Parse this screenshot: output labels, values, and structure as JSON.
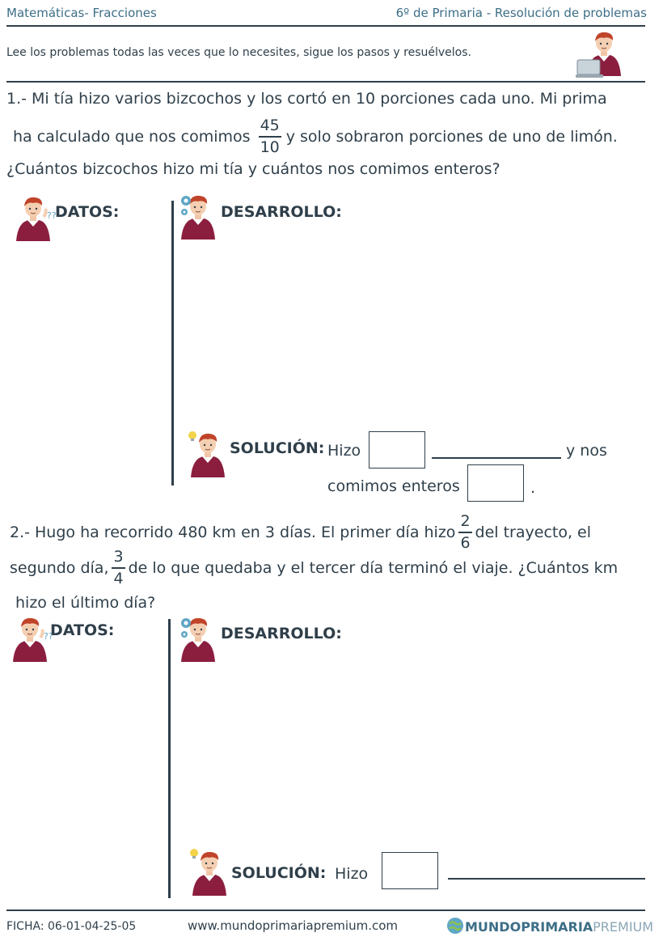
{
  "header": {
    "left": "Matemáticas- Fracciones",
    "right": "6º de Primaria - Resolución de problemas"
  },
  "instructions": "Lee los problemas todas las veces que lo necesites, sigue los pasos y resuélvelos.",
  "problem1": {
    "line1": "1.- Mi tía hizo varios bizcochos y los cortó en 10 porciones cada uno. Mi prima",
    "line2_before": "ha calculado que nos comimos",
    "fraction": {
      "num": "45",
      "den": "10"
    },
    "line2_after": "y solo sobraron porciones de uno de limón.",
    "line3": "¿Cuántos bizcochos hizo mi tía y cuántos nos comimos enteros?"
  },
  "problem2": {
    "line1_before": "2.- Hugo ha recorrido 480 km en 3 días. El primer día hizo",
    "fraction1": {
      "num": "2",
      "den": "6"
    },
    "line1_after": "del trayecto, el",
    "line2_before": "segundo día,",
    "fraction2": {
      "num": "3",
      "den": "4"
    },
    "line2_after": "de lo que quedaba y el tercer día terminó el viaje. ¿Cuántos km",
    "line3": "hizo el último día?"
  },
  "labels": {
    "datos": "DATOS:",
    "desarrollo": "DESARROLLO:",
    "solucion": "SOLUCIÓN:",
    "hizo": "Hizo",
    "y_nos": "y nos",
    "comimos_enteros": "comimos enteros",
    "period": "."
  },
  "footer": {
    "ficha": "FICHA:  06-01-04-25-05",
    "website": "www.mundoprimariapremium.com",
    "brand_bold": "MUNDOPRIMARIA",
    "brand_light": "PREMIUM"
  },
  "colors": {
    "text": "#2f3f4a",
    "header": "#3d6f87",
    "sweater": "#8b1e3f",
    "hair": "#c0442a"
  },
  "icons": [
    "thinking-boy-icon",
    "gears-boy-icon",
    "idea-boy-icon",
    "laptop-boy-icon",
    "globe-logo-icon"
  ]
}
